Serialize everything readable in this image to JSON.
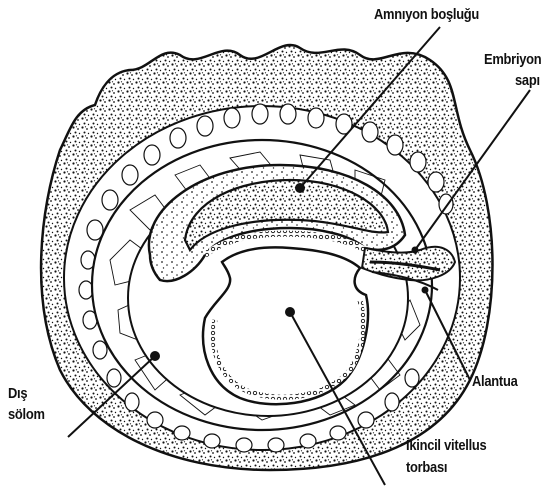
{
  "labels": {
    "amnion_cavity": "Amnıyon boşluğu",
    "embryo_stalk_line1": "Embriyon",
    "embryo_stalk_line2": "sapı",
    "allantois": "Alantua",
    "secondary_yolk_sac_line1": "İkincil vitellus",
    "secondary_yolk_sac_line2": "torbası",
    "extra_coelom_line1": "Dış",
    "extra_coelom_line2": "sölom"
  },
  "colors": {
    "ink": "#111111",
    "background": "#ffffff"
  }
}
